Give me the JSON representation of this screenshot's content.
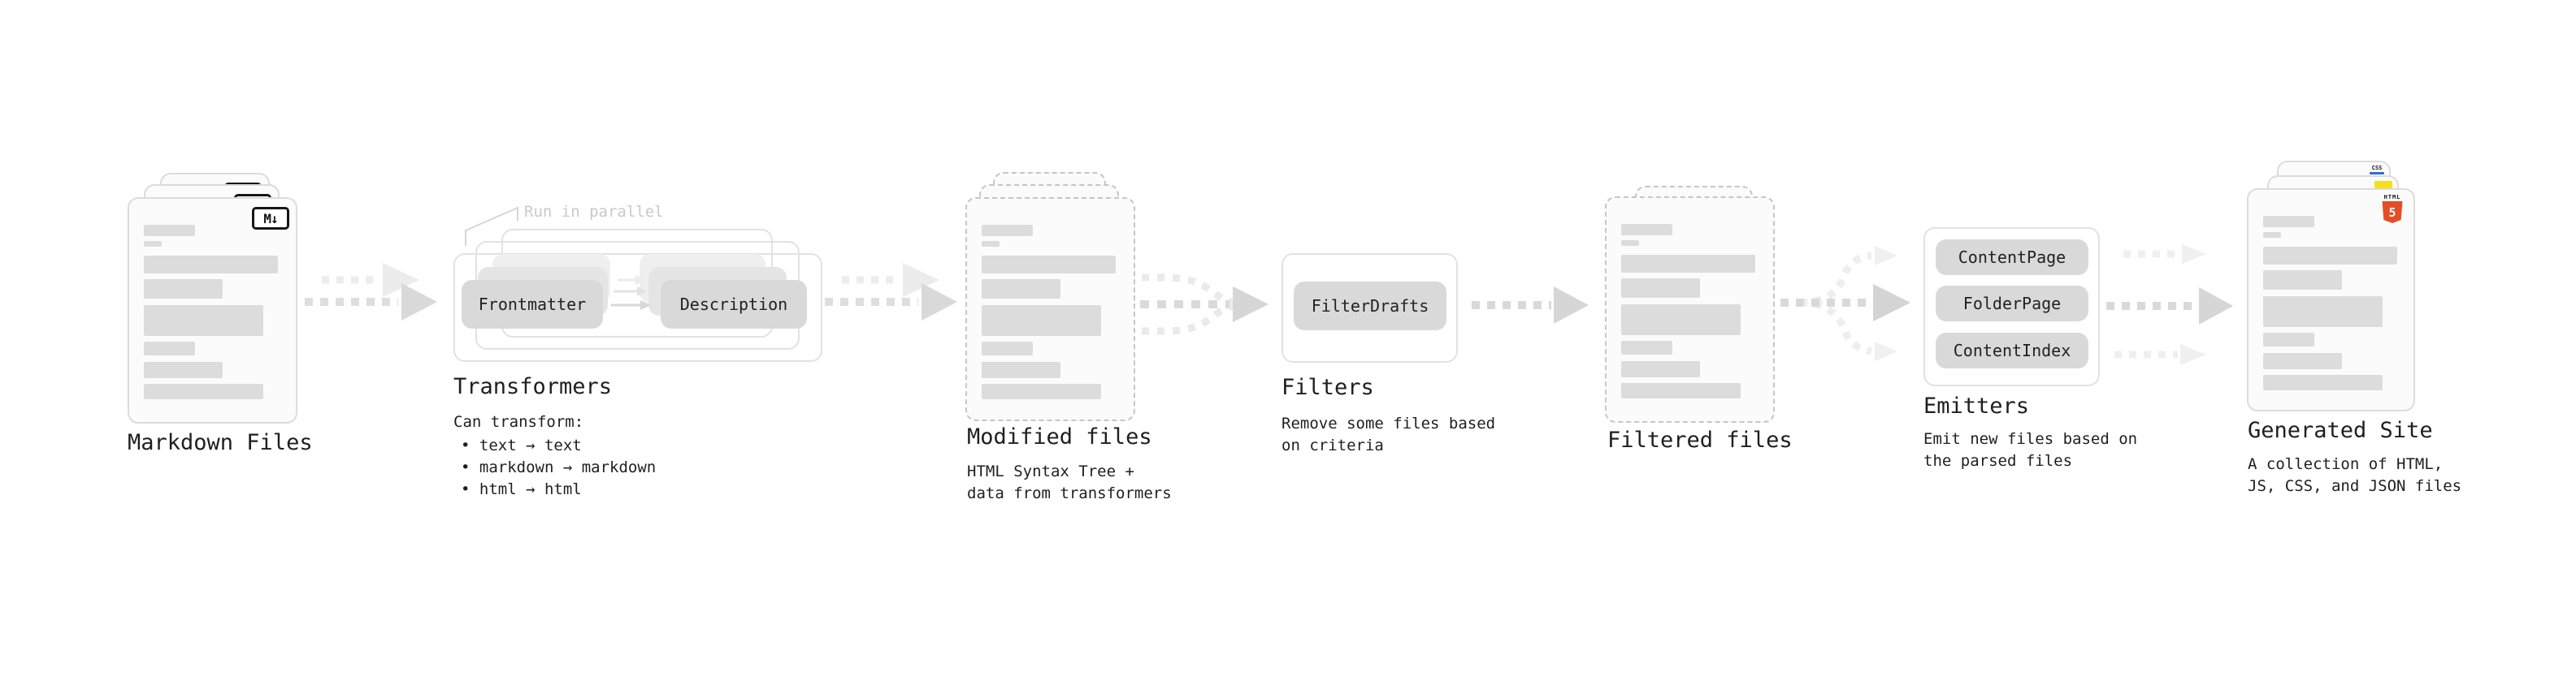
{
  "sections": {
    "markdown": {
      "title": "Markdown Files",
      "file_icon": "M↓"
    },
    "transformers": {
      "note": "Run in parallel",
      "pill_left": "Frontmatter",
      "pill_right": "Description",
      "title": "Transformers",
      "desc_heading": "Can transform:",
      "bullets": [
        "• text → text",
        "• markdown → markdown",
        "• html → html"
      ]
    },
    "modified_files": {
      "title": "Modified files",
      "subtitle": [
        "HTML Syntax Tree +",
        "data from transformers"
      ]
    },
    "filters": {
      "title": "Filters",
      "pill": "FilterDrafts",
      "subtitle": [
        "Remove some files based",
        "on criteria"
      ]
    },
    "filtered_files": {
      "title": "Filtered files"
    },
    "emitters": {
      "title": "Emitters",
      "pills": [
        "ContentPage",
        "FolderPage",
        "ContentIndex"
      ],
      "subtitle": [
        "Emit new files based on",
        "the parsed files"
      ]
    },
    "generated_site": {
      "title": "Generated Site",
      "subtitle": [
        "A collection of HTML,",
        "JS, CSS, and JSON files"
      ],
      "badges": {
        "css_label": "CSS",
        "html5_label": "HTML",
        "html5_number": "5"
      }
    }
  },
  "colors": {
    "html5_orange": "#e44d26",
    "js_yellow": "#f7df1e",
    "css_blue": "#2f6bd8"
  }
}
